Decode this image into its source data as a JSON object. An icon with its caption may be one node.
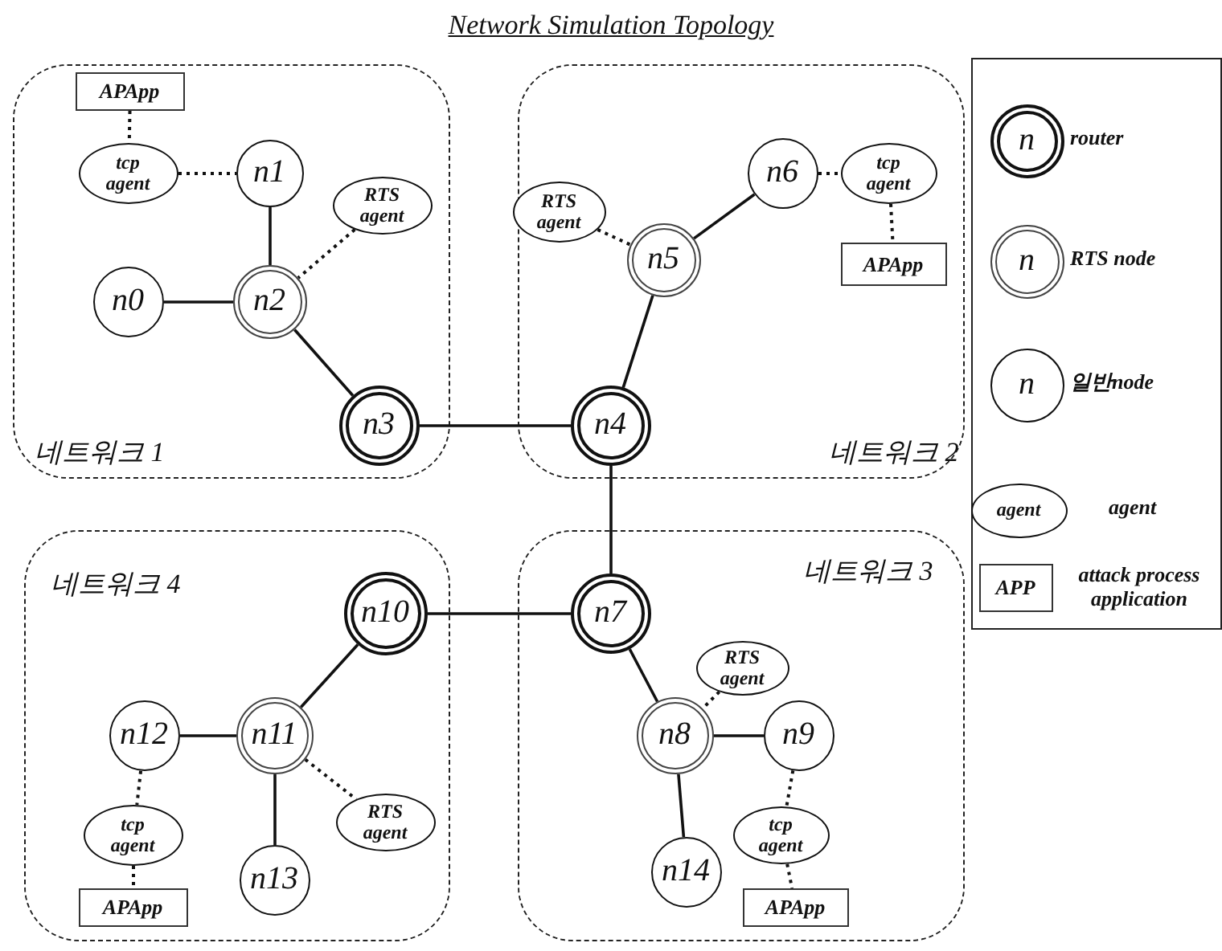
{
  "diagram": {
    "title": "Network Simulation Topology",
    "nodes": [
      {
        "text": [
          "네트워크 1"
        ]
      },
      {
        "text": [
          "APApp"
        ],
        "in": 0
      },
      {
        "text": [
          "tcp agent"
        ],
        "in": 0
      },
      {
        "text": [
          "n1"
        ],
        "in": 0
      },
      {
        "text": [
          "RTS agent"
        ],
        "in": 0
      },
      {
        "text": [
          "n0"
        ],
        "in": 0
      },
      {
        "text": [
          "n2"
        ],
        "in": 0
      },
      {
        "text": [
          "n3"
        ],
        "in": 0
      },
      {
        "text": [
          "네트워크 2"
        ]
      },
      {
        "text": [
          "n6"
        ],
        "in": 8
      },
      {
        "text": [
          "tcp agent"
        ],
        "in": 8
      },
      {
        "text": [
          "RTS agent"
        ],
        "in": 8
      },
      {
        "text": [
          "APApp"
        ],
        "in": 8
      },
      {
        "text": [
          "n5"
        ],
        "in": 8
      },
      {
        "text": [
          "n4"
        ],
        "in": 8
      },
      {
        "text": [
          "네트워크 4"
        ]
      },
      {
        "text": [
          "n10"
        ],
        "in": 15
      },
      {
        "text": [
          "n12"
        ],
        "in": 15
      },
      {
        "text": [
          "n11"
        ],
        "in": 15
      },
      {
        "text": [
          "tcp agent"
        ],
        "in": 15
      },
      {
        "text": [
          "RTS agent"
        ],
        "in": 15
      },
      {
        "text": [
          "n13"
        ],
        "in": 15
      },
      {
        "text": [
          "APApp"
        ],
        "in": 15
      },
      {
        "text": [
          "네트워크 3"
        ]
      },
      {
        "text": [
          "n7"
        ],
        "in": 23
      },
      {
        "text": [
          "RTS agent"
        ],
        "in": 23
      },
      {
        "text": [
          "n8"
        ],
        "in": 23
      },
      {
        "text": [
          "n9"
        ],
        "in": 23
      },
      {
        "text": [
          "tcp agent"
        ],
        "in": 23
      },
      {
        "text": [
          "n14"
        ],
        "in": 23
      },
      {
        "text": [
          "APApp"
        ],
        "in": 23
      }
    ],
    "edges": [
      {
        "from": 1,
        "to": 2,
        "arrow": "none",
        "style": "dashed"
      },
      {
        "from": 2,
        "to": 3,
        "arrow": "none",
        "style": "dashed"
      },
      {
        "from": 3,
        "to": 6,
        "arrow": "none"
      },
      {
        "from": 4,
        "to": 6,
        "arrow": "none",
        "style": "dashed"
      },
      {
        "from": 5,
        "to": 6,
        "arrow": "none"
      },
      {
        "from": 6,
        "to": 7,
        "arrow": "none"
      },
      {
        "from": 7,
        "to": 14,
        "arrow": "none"
      },
      {
        "from": 9,
        "to": 10,
        "arrow": "none",
        "style": "dashed"
      },
      {
        "from": 10,
        "to": 12,
        "arrow": "none",
        "style": "dashed"
      },
      {
        "from": 11,
        "to": 13,
        "arrow": "none",
        "style": "dashed"
      },
      {
        "from": 13,
        "to": 9,
        "arrow": "none"
      },
      {
        "from": 14,
        "to": 13,
        "arrow": "none"
      },
      {
        "from": 14,
        "to": 24,
        "arrow": "none"
      },
      {
        "from": 24,
        "to": 16,
        "arrow": "none"
      },
      {
        "from": 16,
        "to": 18,
        "arrow": "none"
      },
      {
        "from": 18,
        "to": 17,
        "arrow": "none"
      },
      {
        "from": 17,
        "to": 19,
        "arrow": "none",
        "style": "dashed"
      },
      {
        "from": 19,
        "to": 22,
        "arrow": "none",
        "style": "dashed"
      },
      {
        "from": 18,
        "to": 20,
        "arrow": "none",
        "style": "dashed"
      },
      {
        "from": 18,
        "to": 21,
        "arrow": "none"
      },
      {
        "from": 24,
        "to": 26,
        "arrow": "none"
      },
      {
        "from": 25,
        "to": 26,
        "arrow": "none",
        "style": "dashed"
      },
      {
        "from": 26,
        "to": 27,
        "arrow": "none"
      },
      {
        "from": 26,
        "to": 29,
        "arrow": "none"
      },
      {
        "from": 27,
        "to": 28,
        "arrow": "none",
        "style": "dashed"
      },
      {
        "from": 28,
        "to": 30,
        "arrow": "none",
        "style": "dashed"
      }
    ],
    "labels": [
      "n",
      "n",
      "n",
      "agent",
      "APP"
    ],
    "legend": [
      {
        "text": "router"
      },
      {
        "text": "RTS node"
      },
      {
        "text": "일반node"
      },
      {
        "text": "agent"
      },
      {
        "text": "attack process application"
      }
    ]
  }
}
